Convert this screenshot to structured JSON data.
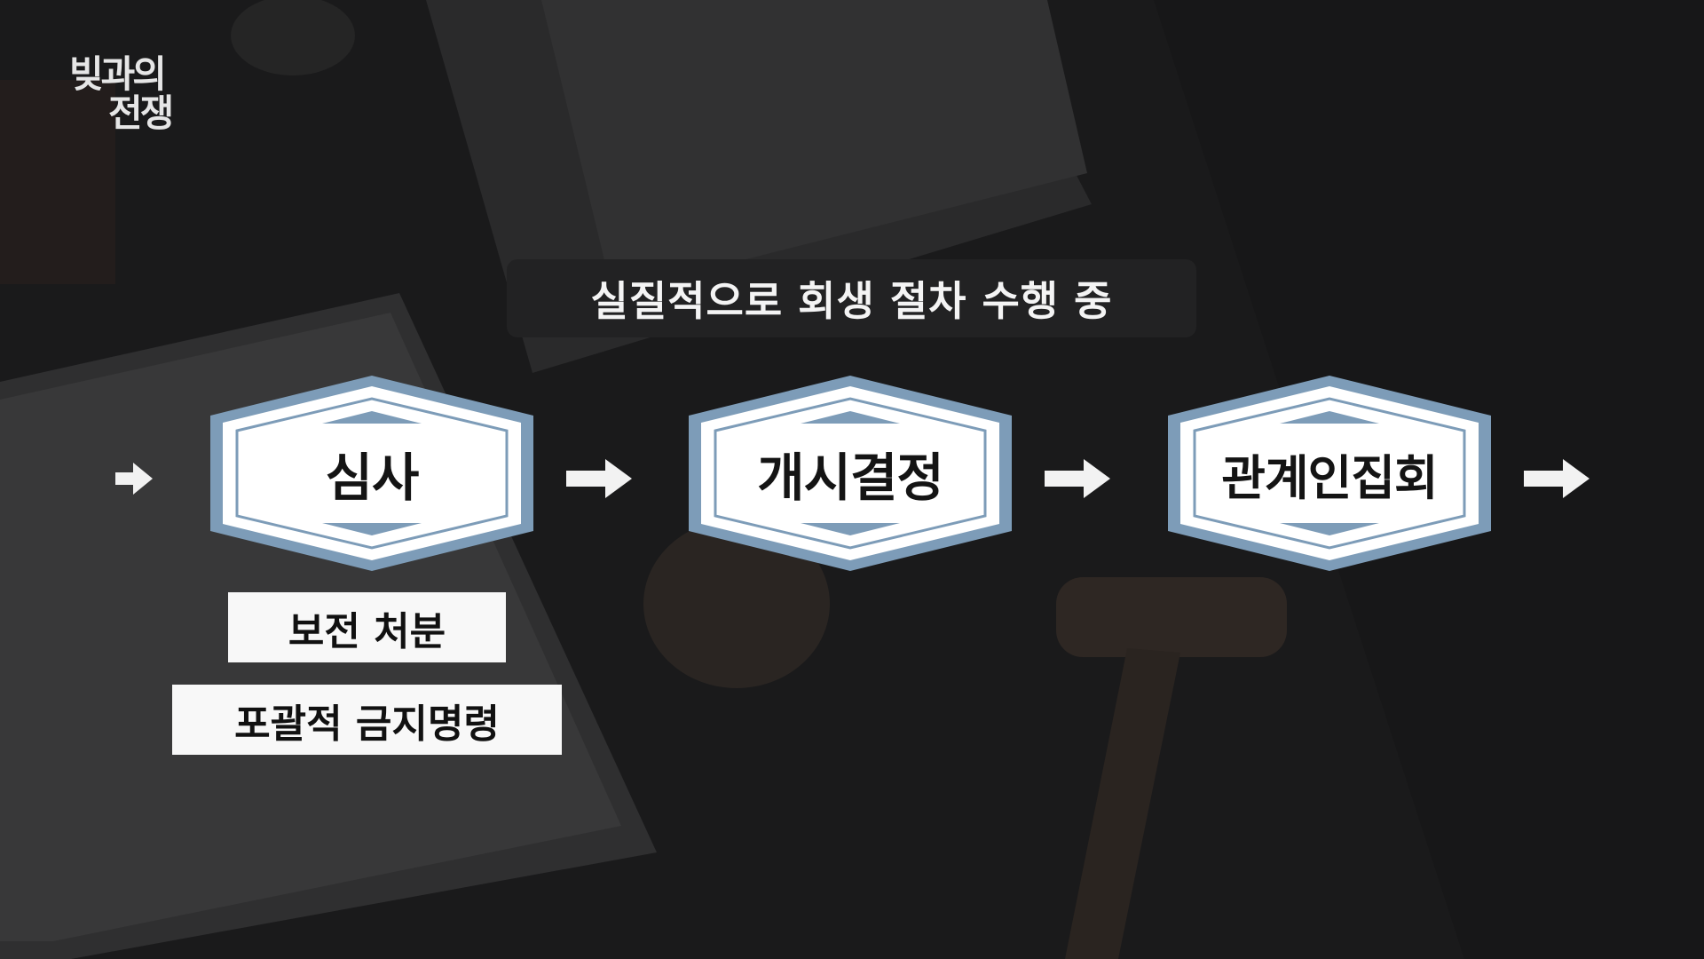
{
  "logo": {
    "line1": "빚과의",
    "line2": "전쟁"
  },
  "headline": "실질적으로 회생 절차 수행 중",
  "steps": [
    {
      "label": "심사"
    },
    {
      "label": "개시결정"
    },
    {
      "label": "관계인집회"
    }
  ],
  "tags": [
    "보전 처분",
    "포괄적 금지명령"
  ],
  "colors": {
    "hex_border": "#7d9cb8",
    "hex_inner": "#ffffff",
    "background": "#1b1b1c",
    "tag_bg": "#f8f8f8"
  },
  "icons": {
    "arrow": "right-arrow-icon"
  }
}
